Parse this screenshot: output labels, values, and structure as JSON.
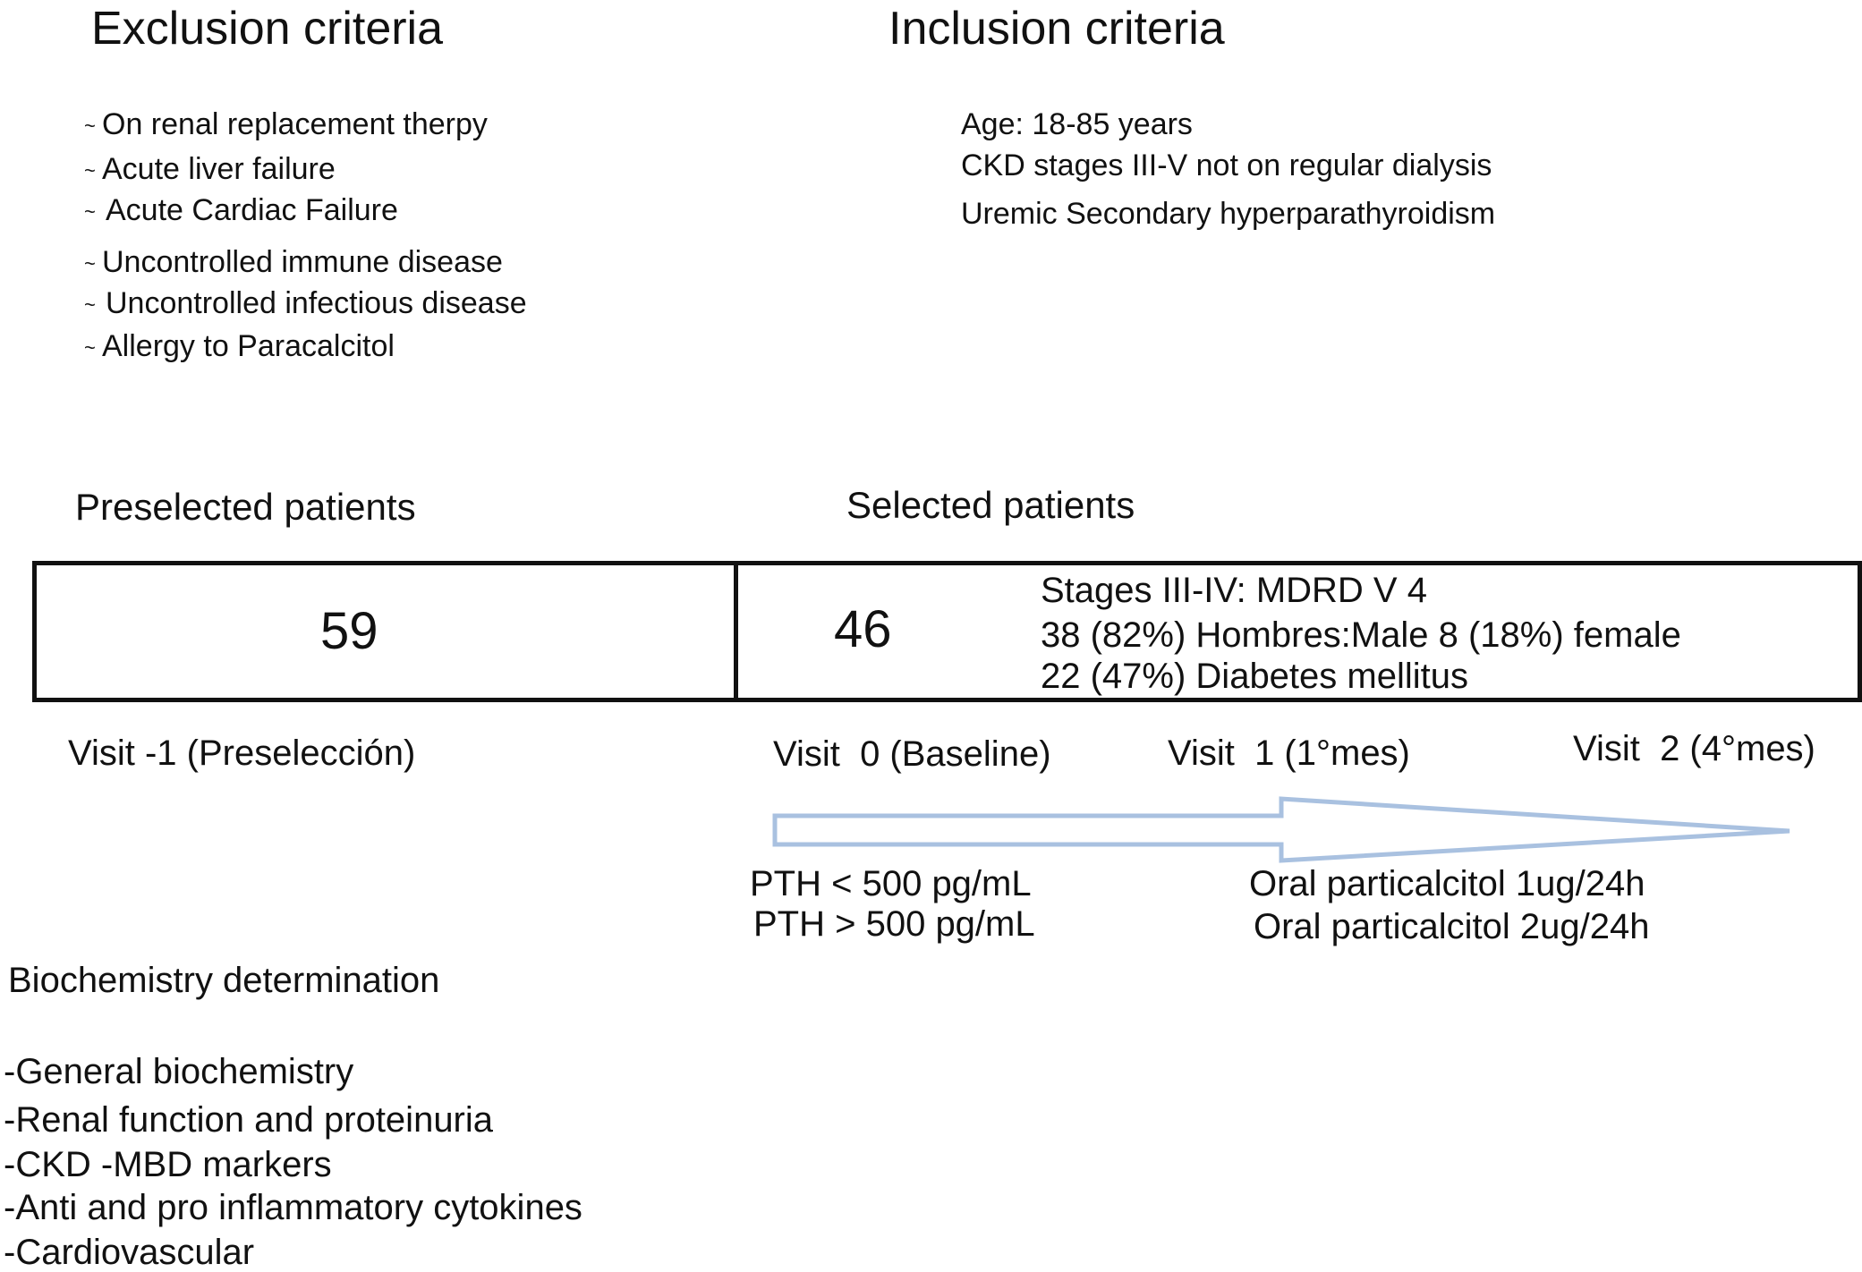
{
  "exclusion": {
    "title": "Exclusion criteria",
    "bullet": "~",
    "items": [
      "On renal replacement therpy",
      "Acute liver failure",
      "Acute Cardiac Failure",
      "Uncontrolled immune disease",
      "Uncontrolled infectious disease",
      "Allergy to Paracalcitol"
    ]
  },
  "inclusion": {
    "title": "Inclusion criteria",
    "items": [
      "Age: 18-85 years",
      "CKD stages III-V not on regular dialysis",
      "Uremic Secondary hyperparathyroidism"
    ]
  },
  "preselected": {
    "label": "Preselected patients",
    "count": "59"
  },
  "selected": {
    "label": "Selected patients",
    "count": "46",
    "details": [
      "Stages III-IV: MDRD V 4",
      "38 (82%) Hombres:Male 8 (18%) female",
      "22 (47%) Diabetes mellitus"
    ]
  },
  "visits": [
    "Visit -1 (Preselección)",
    "Visit  0 (Baseline)",
    "Visit  1 (1°mes)",
    "Visit  2 (4°mes)"
  ],
  "pth": [
    "PTH < 500 pg/mL",
    "PTH > 500 pg/mL"
  ],
  "dosing": [
    "Oral particalcitol 1ug/24h",
    "Oral particalcitol 2ug/24h"
  ],
  "biochemistry": {
    "title": "Biochemistry determination",
    "items": [
      "-General biochemistry",
      "-Renal function and proteinuria",
      "-CKD -MBD markers",
      "-Anti and pro inflammatory cytokines",
      "-Cardiovascular"
    ]
  },
  "colors": {
    "arrow_stroke": "#a9c1e0",
    "box_stroke": "#111111",
    "text": "#111111"
  }
}
